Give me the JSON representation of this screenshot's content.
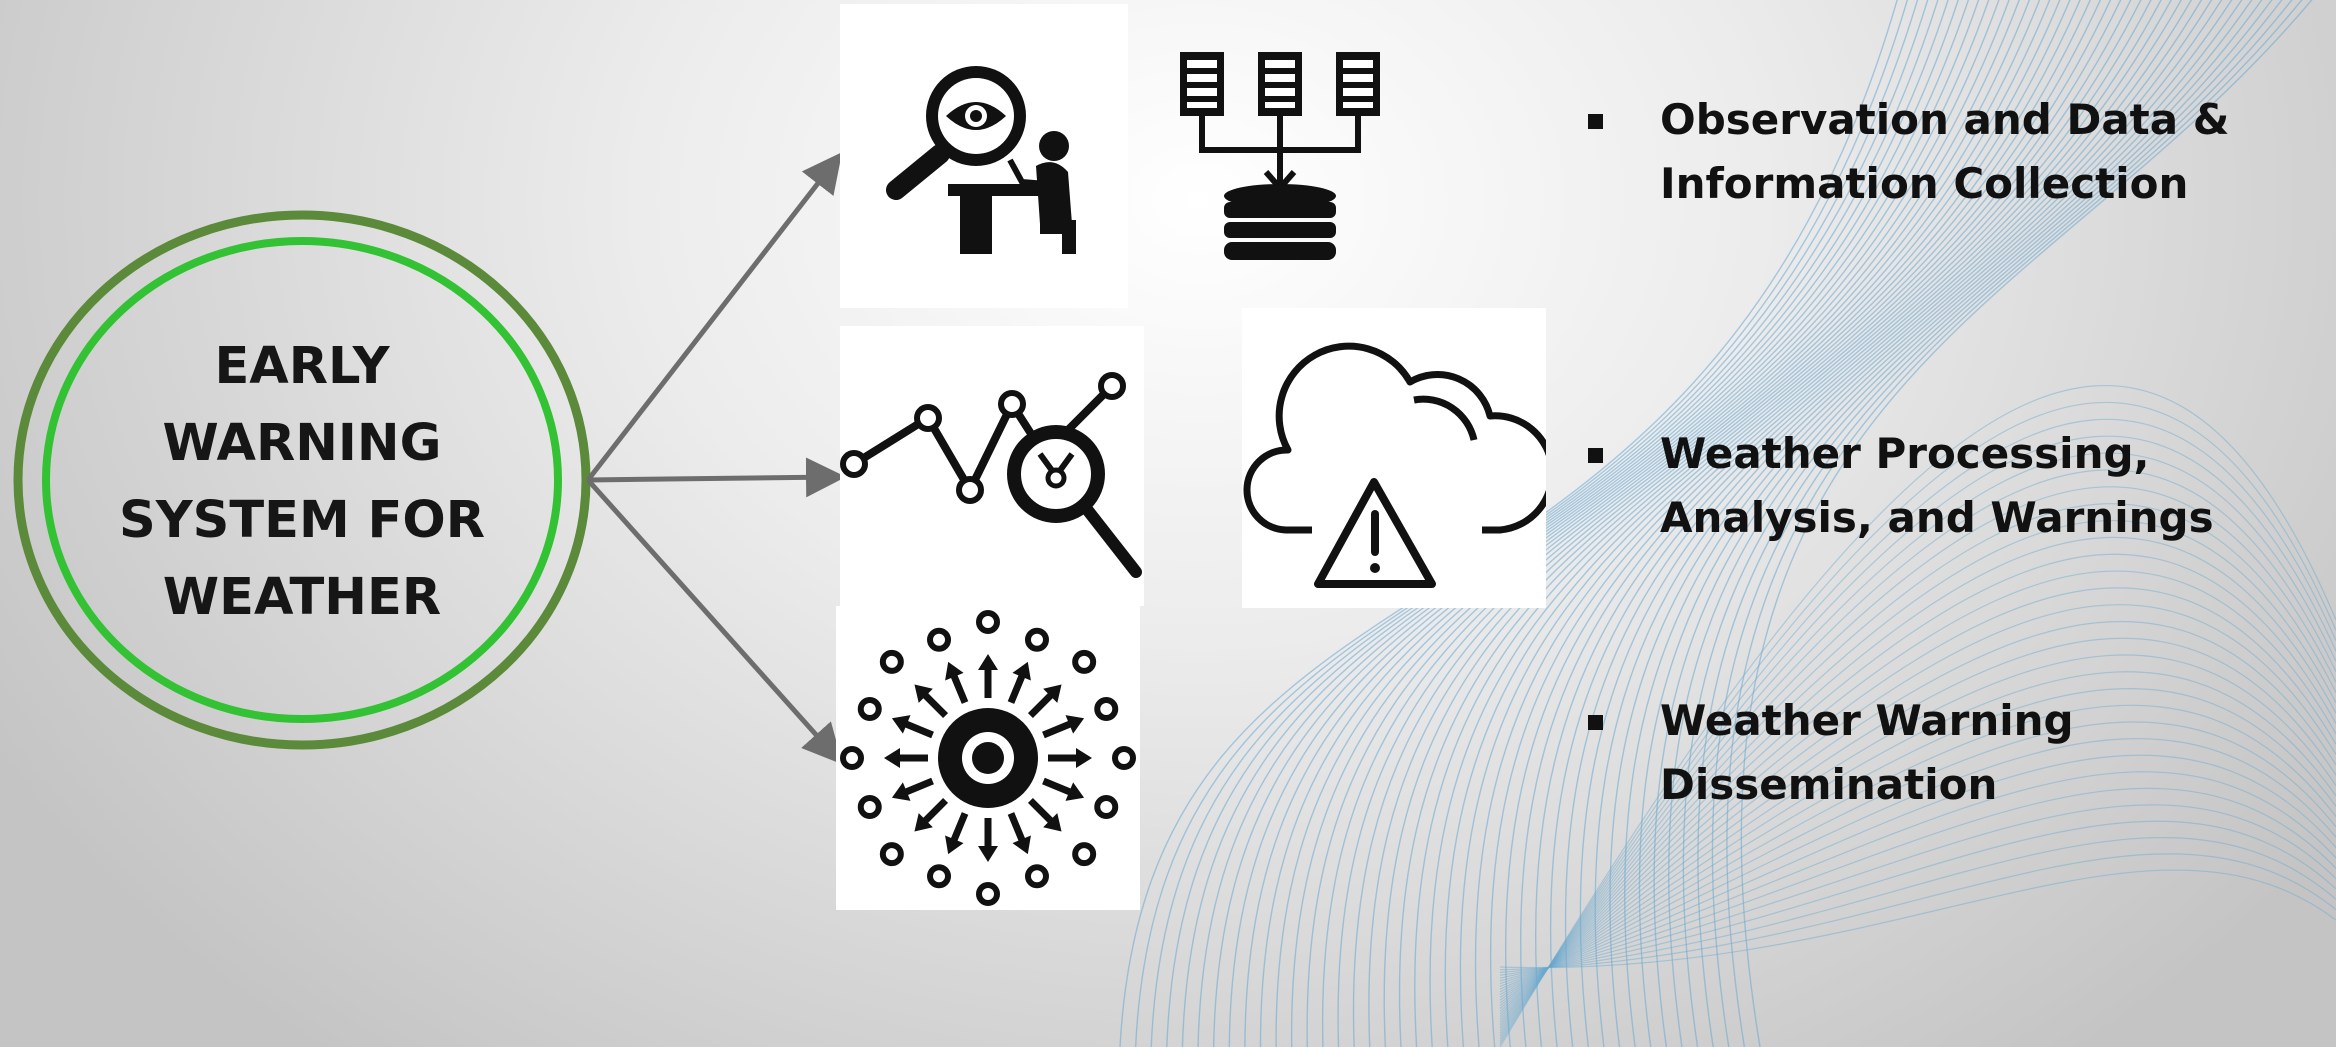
{
  "diagram": {
    "center_label": "EARLY\nWARNING\nSYSTEM FOR\nWEATHER",
    "bullets": [
      {
        "text": "Observation and Data & Information Collection"
      },
      {
        "text": "Weather Processing, Analysis, and Warnings"
      },
      {
        "text": "Weather Warning Dissemination"
      }
    ],
    "icons": [
      "observer-magnifier-icon",
      "database-aggregation-icon",
      "trend-analysis-icon",
      "cloud-warning-icon",
      "dissemination-broadcast-icon"
    ]
  },
  "colors": {
    "circle_outer": "#5a8a3a",
    "circle_inner": "#33c233",
    "arrow": "#6d6d6d",
    "mesh": "#6aa8cf"
  }
}
